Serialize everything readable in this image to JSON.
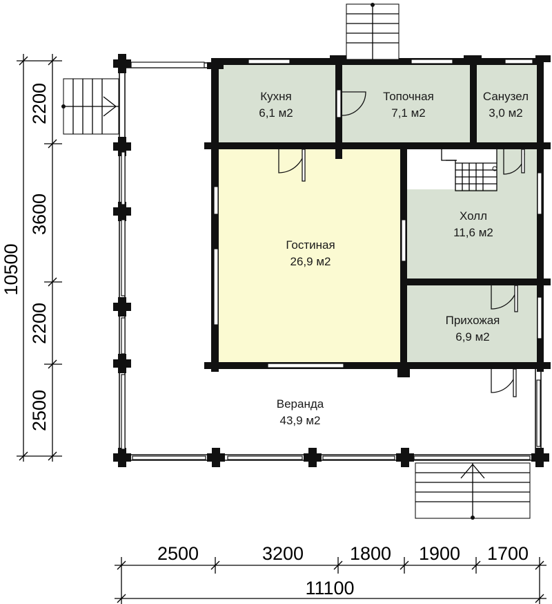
{
  "colors": {
    "room_green": "#d8e1d3",
    "living_yellow": "#fbfad2",
    "wall": "#111111",
    "background": "#ffffff"
  },
  "rooms": {
    "kitchen": {
      "name": "Кухня",
      "area": "6,1 м2"
    },
    "boiler": {
      "name": "Топочная",
      "area": "7,1 м2"
    },
    "bathroom": {
      "name": "Санузел",
      "area": "3,0 м2"
    },
    "living": {
      "name": "Гостиная",
      "area": "26,9 м2"
    },
    "hall": {
      "name": "Холл",
      "area": "11,6 м2"
    },
    "entry": {
      "name": "Прихожая",
      "area": "6,9 м2"
    },
    "veranda": {
      "name": "Веранда",
      "area": "43,9 м2"
    }
  },
  "dimensions": {
    "vertical_total": "10500",
    "vertical_segments": [
      "2200",
      "3600",
      "2200",
      "2500"
    ],
    "horizontal_total": "11100",
    "horizontal_segments": [
      "2500",
      "3200",
      "1800",
      "1900",
      "1700"
    ]
  }
}
